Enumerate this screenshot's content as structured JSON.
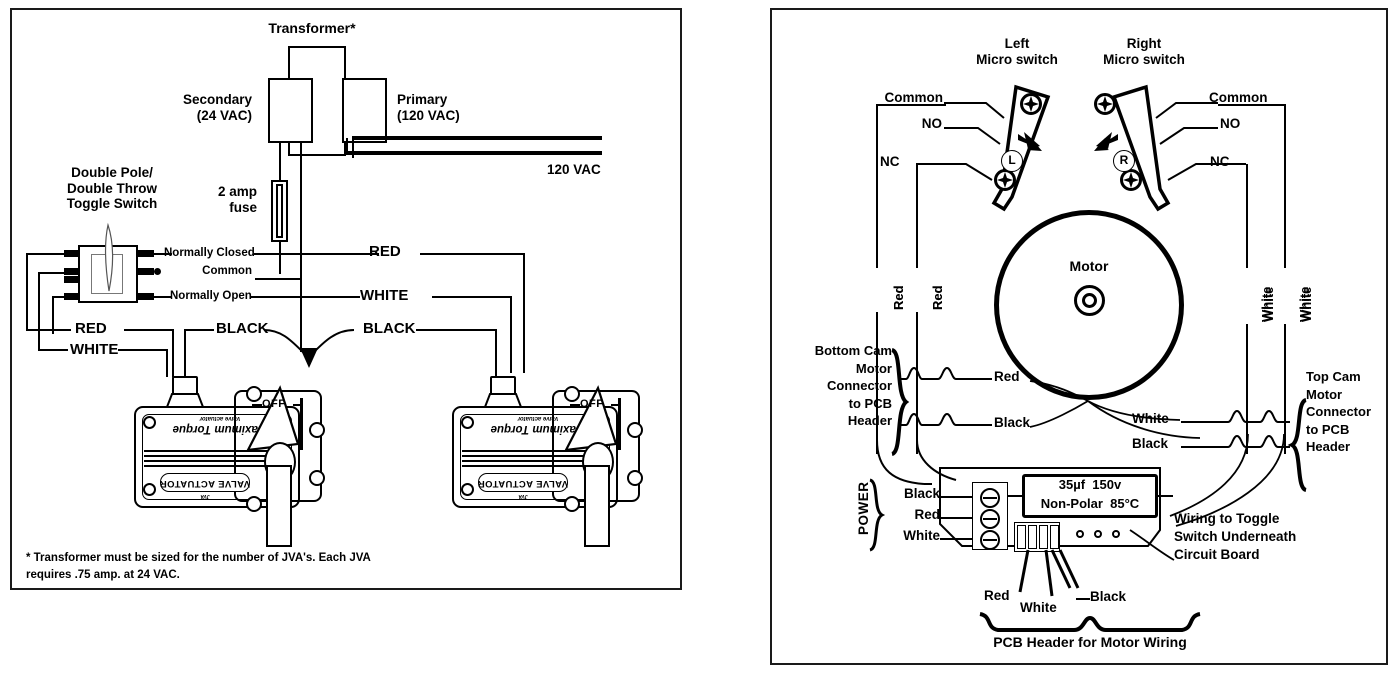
{
  "left_panel": {
    "title_transformer": "Transformer*",
    "secondary": "Secondary\n(24 VAC)",
    "primary": "Primary\n(120 VAC)",
    "mains": "120 VAC",
    "fuse": "2 amp\nfuse",
    "toggle_switch": "Double Pole/\nDouble Throw\nToggle Switch",
    "switch_terminals": [
      {
        "label": "Normally Closed"
      },
      {
        "label": "Common"
      },
      {
        "label": "Normally Open"
      }
    ],
    "wire_labels": {
      "red_top": "RED",
      "white_mid": "WHITE",
      "red_left": "RED",
      "white_left": "WHITE",
      "black_left": "BLACK",
      "black_right": "BLACK"
    },
    "actuator": {
      "brand_line1": "Maximum Torque",
      "brand_line2": "Valve actuator",
      "nameplate": "VALVE ACTUATOR",
      "off_label": "OFF",
      "sub_mark": "JVA"
    },
    "footnote": "* Transformer must be sized for the number of JVA's. Each JVA\nrequires .75 amp. at 24 VAC."
  },
  "right_panel": {
    "left_switch_title": "Left\nMicro switch",
    "right_switch_title": "Right\nMicro switch",
    "left_switch": {
      "common": "Common",
      "no": "NO",
      "nc": "NC",
      "badge": "L"
    },
    "right_switch": {
      "common": "Common",
      "no": "NO",
      "nc": "NC",
      "badge": "R"
    },
    "motor_label": "Motor",
    "vertical_wires": {
      "red_1": "Red",
      "red_2": "Red",
      "white_1": "White",
      "white_2": "White"
    },
    "bottom_cam": "Bottom Cam\nMotor\nConnector\nto PCB\nHeader",
    "top_cam": "Top Cam\nMotor\nConnector\nto PCB\nHeader",
    "motor_leads": {
      "red": "Red",
      "black": "Black",
      "white": "White",
      "black2": "Black"
    },
    "capacitor": {
      "line1": "35µf  150v",
      "line2": "Non-Polar  85°C"
    },
    "power_label": "POWER",
    "power_terminals": [
      {
        "label": "Black"
      },
      {
        "label": "Red"
      },
      {
        "label": "White"
      }
    ],
    "header_wires": {
      "red": "Red",
      "white": "White",
      "black": "Black"
    },
    "pcb_header_caption": "PCB Header for Motor Wiring",
    "toggle_note": "Wiring to Toggle\nSwitch Underneath\nCircuit Board"
  },
  "colors": {
    "ink": "#000000",
    "frame": "#1a1a1a",
    "paper": "#ffffff"
  }
}
